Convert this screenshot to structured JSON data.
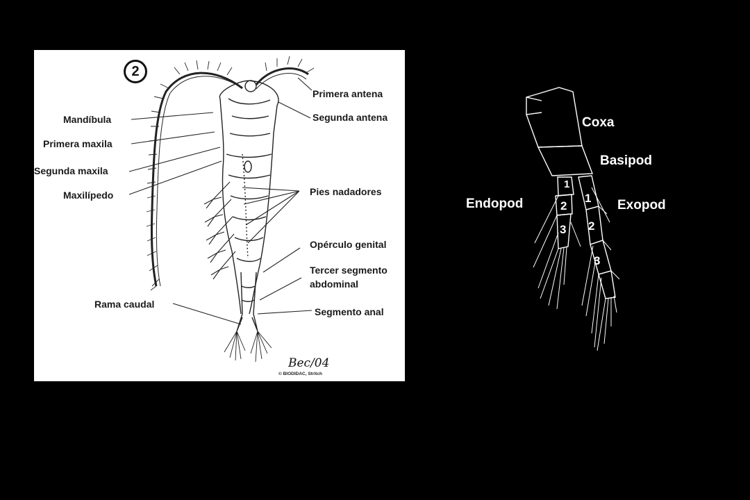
{
  "left_panel": {
    "figure_number": "2",
    "labels": {
      "primera_antena": "Primera antena",
      "segunda_antena": "Segunda antena",
      "mandibula": "Mandíbula",
      "primera_maxila": "Primera maxila",
      "segunda_maxila": "Segunda maxila",
      "maxilipedo": "Maxilípedo",
      "pies_nadadores": "Pies nadadores",
      "operculo_genital": "Opérculo genital",
      "tercer_segmento": "Tercer segmento",
      "abdominal": "abdominal",
      "rama_caudal": "Rama caudal",
      "segmento_anal": "Segmento anal"
    },
    "signature": "Bec/04",
    "copyright": "© BIODIDAC, Stritch"
  },
  "right_panel": {
    "labels": {
      "coxa": "Coxa",
      "basipod": "Basipod",
      "endopod": "Endopod",
      "exopod": "Exopod"
    },
    "endopod_segments": [
      "1",
      "2",
      "3"
    ],
    "exopod_segments": [
      "1",
      "2",
      "3"
    ]
  }
}
